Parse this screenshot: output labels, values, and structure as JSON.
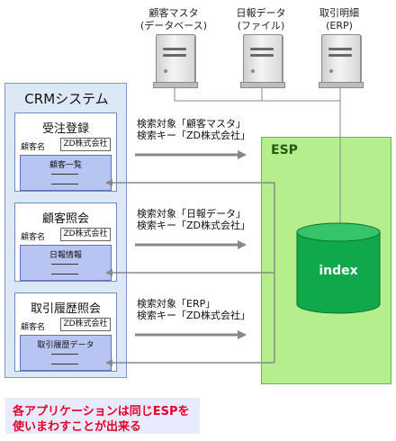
{
  "servers": [
    {
      "line1": "顧客マスタ",
      "line2": "(データベース)"
    },
    {
      "line1": "日報データ",
      "line2": "(ファイル)"
    },
    {
      "line1": "取引明細",
      "line2": "(ERP)"
    }
  ],
  "crm": {
    "title": "CRMシステム",
    "panels": [
      {
        "title": "受注登録",
        "field_label": "顧客名",
        "field_value": "ZD株式会社",
        "result_title": "顧客一覧"
      },
      {
        "title": "顧客照会",
        "field_label": "顧客名",
        "field_value": "ZD株式会社",
        "result_title": "日報情報"
      },
      {
        "title": "取引履歴照会",
        "field_label": "顧客名",
        "field_value": "ZD株式会社",
        "result_title": "取引履歴データ"
      }
    ]
  },
  "queries": [
    {
      "line1": "検索対象「顧客マスタ」",
      "line2": "検索キー「ZD株式会社」"
    },
    {
      "line1": "検索対象「日報データ」",
      "line2": "検索キー「ZD株式会社」"
    },
    {
      "line1": "検索対象「ERP」",
      "line2": "検索キー「ZD株式会社」"
    }
  ],
  "esp": {
    "label": "ESP",
    "index_label": "index"
  },
  "note": {
    "line1": "各アプリケーションは同じESPを",
    "line2": "使いまわすことが出来る"
  },
  "colors": {
    "crm_bg": "#dde8f6",
    "result_bg": "#b8c4f2",
    "esp_bg": "#b5ef8d",
    "index_fill": "#0fa84a",
    "note_text": "#e0002a",
    "arrow": "#8a8a8a"
  }
}
